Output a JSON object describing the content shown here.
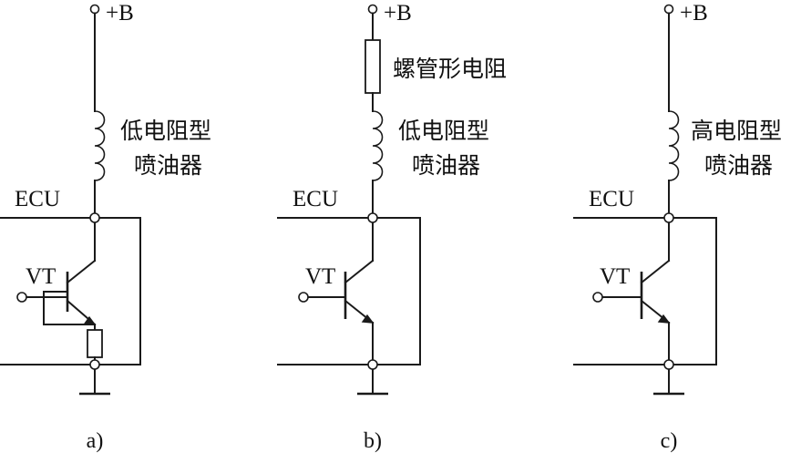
{
  "panels": [
    {
      "supply_label": "+B",
      "injector_label_1": "低电阻型",
      "injector_label_2": "喷油器",
      "ecu_label": "ECU",
      "transistor_label": "VT",
      "caption": "a)"
    },
    {
      "supply_label": "+B",
      "resistor_label": "螺管形电阻",
      "injector_label_1": "低电阻型",
      "injector_label_2": "喷油器",
      "ecu_label": "ECU",
      "transistor_label": "VT",
      "caption": "b)"
    },
    {
      "supply_label": "+B",
      "injector_label_1": "高电阻型",
      "injector_label_2": "喷油器",
      "ecu_label": "ECU",
      "transistor_label": "VT",
      "caption": "c)"
    }
  ]
}
